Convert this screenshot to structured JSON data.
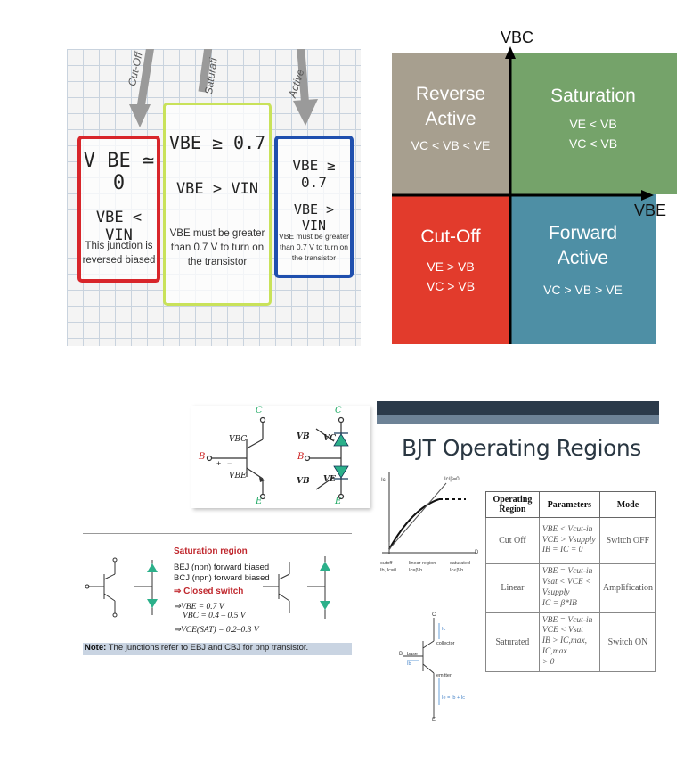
{
  "panel1": {
    "arrow_labels": [
      "Cut-Off",
      "Saturati",
      "Active"
    ],
    "box_cutoff": {
      "line1": "V BE ≃ 0",
      "line2": "VBE < VIN",
      "note": [
        "This junction is",
        "reversed biased"
      ],
      "color": "#d8262b"
    },
    "box_saturation": {
      "line1": "VBE ≥ 0.7",
      "line2": "VBE > VIN",
      "note": [
        "VBE must be greater",
        "than 0.7 V to turn on",
        "the transistor"
      ],
      "color": "#c9e25a"
    },
    "box_active": {
      "line1": "VBE ≥ 0.7",
      "line2": "VBE > VIN",
      "note": [
        "VBE must be greater",
        "than 0.7 V to turn on",
        "the transistor"
      ],
      "color": "#1f4fae"
    }
  },
  "panel2": {
    "y_axis": "VBC",
    "x_axis": "VBE",
    "quadrants": {
      "reverse_active": {
        "title": [
          "Reverse",
          "Active"
        ],
        "conditions": [
          "VC < VB < VE"
        ],
        "color": "#a79f8f"
      },
      "saturation": {
        "title": [
          "Saturation"
        ],
        "conditions": [
          "VE < VB",
          "VC < VB"
        ],
        "color": "#75a36a"
      },
      "cutoff": {
        "title": [
          "Cut-Off"
        ],
        "conditions": [
          "VE > VB",
          "VC > VB"
        ],
        "color": "#e23b2c"
      },
      "forward_active": {
        "title": [
          "Forward",
          "Active"
        ],
        "conditions": [
          "VC > VB > VE"
        ],
        "color": "#4e8fa5"
      }
    }
  },
  "panel3": {
    "labels": {
      "c": "C",
      "b": "B",
      "e": "E",
      "vbc": "VBC",
      "vbe": "VBE",
      "vb1": "VB",
      "vc": "VC",
      "vb2": "VB",
      "ve": "VE",
      "plus": "+",
      "minus": "−"
    }
  },
  "panel4": {
    "title": "Saturation region",
    "lines": [
      "BEJ (npn) forward biased",
      "BCJ (npn) forward biased"
    ],
    "switch": "⇒ Closed switch",
    "eq1": "⇒VBE = 0.7 V",
    "eq2": "VBC = 0.4 – 0.5 V",
    "eq3": "⇒VCE(SAT) = 0.2–0.3 V",
    "note_bold": "Note:",
    "note_text": " The junctions refer to EBJ and CBJ for pnp transistor."
  },
  "panel5": {
    "title": "BJT Operating Regions",
    "graph": {
      "y": "Ic",
      "x": "D",
      "top": "Ic/β=0",
      "cutoff": [
        "cutoff",
        "Ib, Ic=0"
      ],
      "linear": [
        "linear region",
        "Ic=βIb"
      ],
      "saturated": [
        "saturated",
        "Ic<βIb"
      ]
    },
    "table": {
      "headers": [
        "Operating Region",
        "Parameters",
        "Mode"
      ],
      "rows": [
        {
          "region": "Cut Off",
          "params": [
            "VBE < Vcut-in",
            "VCE > Vsupply",
            "IB = IC = 0"
          ],
          "mode": "Switch OFF"
        },
        {
          "region": "Linear",
          "params": [
            "VBE = Vcut-in",
            "Vsat < VCE < Vsupply",
            "IC = β*IB"
          ],
          "mode": "Amplification"
        },
        {
          "region": "Saturated",
          "params": [
            "VBE = Vcut-in",
            "VCE < Vsat",
            "IB > IC,max, IC,max",
            "> 0"
          ],
          "mode": "Switch ON"
        }
      ]
    },
    "transistor": {
      "c": "C",
      "b": "B",
      "e": "E",
      "base": "base",
      "collector": "collector",
      "emitter": "emitter",
      "ic": "Ic",
      "ib": "Ib",
      "ie": "Ie = Ib + Ic"
    }
  }
}
